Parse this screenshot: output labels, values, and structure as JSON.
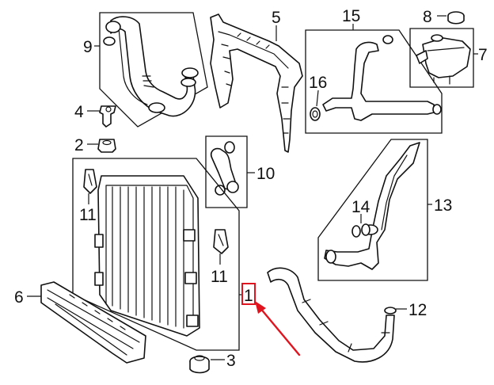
{
  "diagram": {
    "callouts": {
      "c1": "1",
      "c2": "2",
      "c3": "3",
      "c4": "4",
      "c5": "5",
      "c6": "6",
      "c7": "7",
      "c8": "8",
      "c9": "9",
      "c10": "10",
      "c11a": "11",
      "c11b": "11",
      "c12": "12",
      "c13": "13",
      "c14": "14",
      "c15": "15",
      "c16": "16"
    },
    "highlight": {
      "part": "1",
      "color": "#e0141e"
    },
    "colors": {
      "line": "#111111",
      "background": "#ffffff"
    }
  }
}
